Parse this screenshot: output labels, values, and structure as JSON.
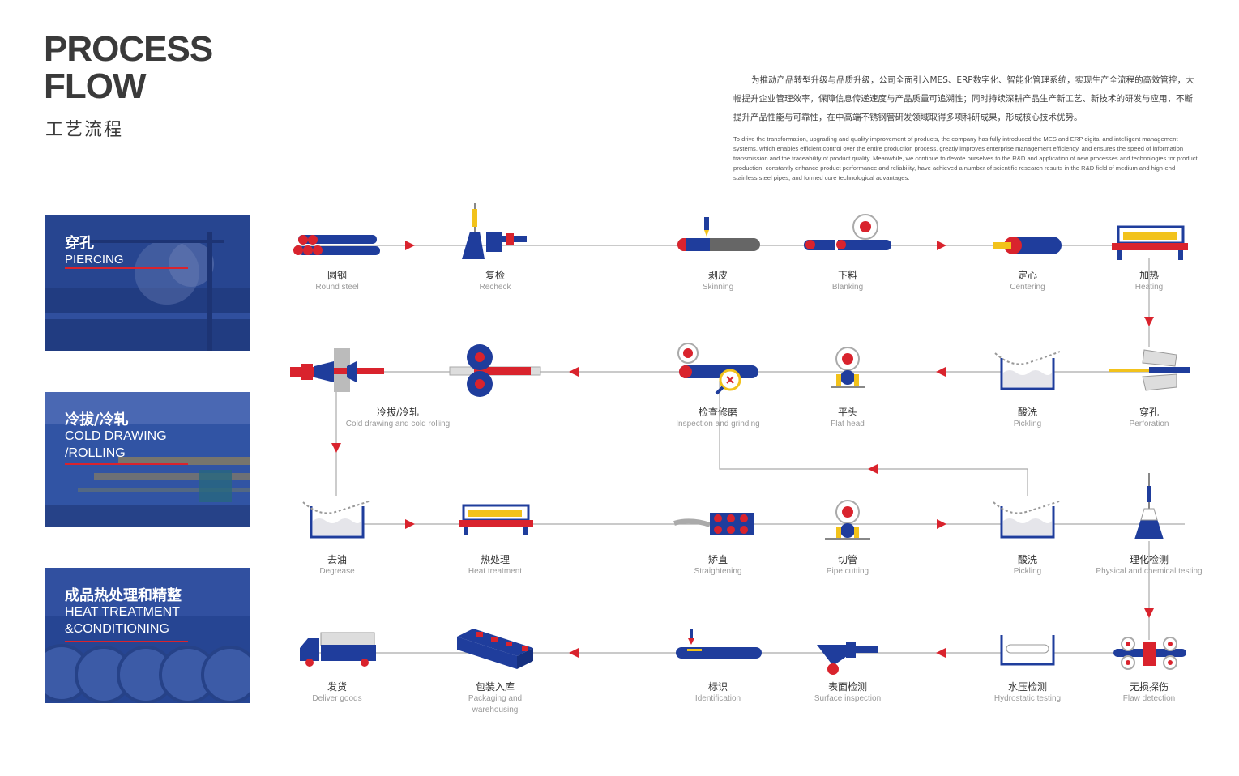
{
  "header": {
    "title_line1": "PROCESS",
    "title_line2": "FLOW",
    "title_cn": "工艺流程",
    "intro_cn": "为推动产品转型升级与品质升级，公司全面引入MES、ERP数字化、智能化管理系统，实现生产全流程的高效管控，大幅提升企业管理效率，保障信息传递速度与产品质量可追溯性；同时持续深耕产品生产新工艺、新技术的研发与应用，不断提升产品性能与可靠性，在中高端不锈钢管研发领域取得多项科研成果，形成核心技术优势。",
    "intro_en": "To drive the transformation, upgrading and quality improvement of products, the company has fully introduced the MES and ERP digital and intelligent management systems, which enables efficient control over the entire production process, greatly improves enterprise management efficiency, and ensures the speed of information transmission and the traceability of product quality. Meanwhile, we continue to devote ourselves to the R&D and application of new processes and technologies for product production, constantly enhance product performance and reliability, have achieved a number of scientific research results in the R&D field of medium and high-end stainless steel pipes, and formed core technological advantages."
  },
  "panels": [
    {
      "cn": "穿孔",
      "en1": "PIERCING",
      "en2": ""
    },
    {
      "cn": "冷拔/冷轧",
      "en1": "COLD DRAWING",
      "en2": "/ROLLING"
    },
    {
      "cn": "成品热处理和精整",
      "en1": "HEAT TREATMENT",
      "en2": "&CONDITIONING"
    }
  ],
  "steps": {
    "round_steel": {
      "cn": "圆钢",
      "en": "Round steel"
    },
    "recheck": {
      "cn": "复检",
      "en": "Recheck"
    },
    "skinning": {
      "cn": "剥皮",
      "en": "Skinning"
    },
    "blanking": {
      "cn": "下料",
      "en": "Blanking"
    },
    "centering": {
      "cn": "定心",
      "en": "Centering"
    },
    "heating": {
      "cn": "加热",
      "en": "Heating"
    },
    "cold_drawing": {
      "cn": "冷拔/冷轧",
      "en": "Cold drawing and cold rolling"
    },
    "inspection_grinding": {
      "cn": "检查修磨",
      "en": "Inspection and grinding"
    },
    "flat_head": {
      "cn": "平头",
      "en": "Flat head"
    },
    "pickling1": {
      "cn": "酸洗",
      "en": "Pickling"
    },
    "perforation": {
      "cn": "穿孔",
      "en": "Perforation"
    },
    "degrease": {
      "cn": "去油",
      "en": "Degrease"
    },
    "heat_treatment": {
      "cn": "热处理",
      "en": "Heat treatment"
    },
    "straightening": {
      "cn": "矫直",
      "en": "Straightening"
    },
    "pipe_cutting": {
      "cn": "切管",
      "en": "Pipe cutting"
    },
    "pickling2": {
      "cn": "酸洗",
      "en": "Pickling"
    },
    "phys_chem": {
      "cn": "理化检测",
      "en": "Physical and chemical testing"
    },
    "deliver": {
      "cn": "发货",
      "en": "Deliver goods"
    },
    "packaging": {
      "cn": "包装入库",
      "en": "Packaging and warehousing"
    },
    "identification": {
      "cn": "标识",
      "en": "Identification"
    },
    "surface_inspection": {
      "cn": "表面检测",
      "en": "Surface inspection"
    },
    "hydrostatic": {
      "cn": "水压检测",
      "en": "Hydrostatic testing"
    },
    "flaw": {
      "cn": "无损探伤",
      "en": "Flaw detection"
    }
  },
  "colors": {
    "blue": "#1f3d9c",
    "red": "#d9232d",
    "line": "#aaaaaa",
    "gray": "#666666",
    "yellow": "#f2c21b"
  }
}
